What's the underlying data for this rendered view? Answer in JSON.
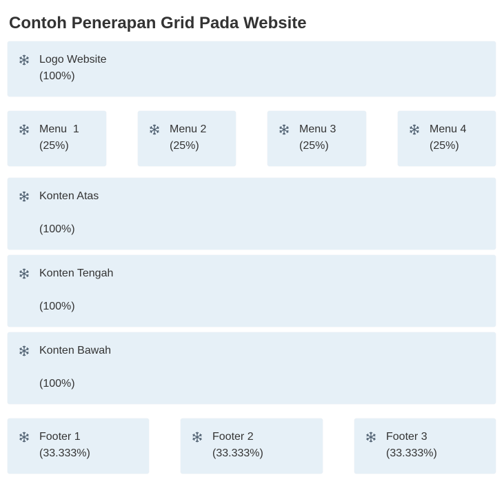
{
  "title": "Contoh Penerapan Grid Pada Website",
  "logo": {
    "label": "Logo Website",
    "percent": "(100%)"
  },
  "menus": [
    {
      "label": "Menu  1",
      "percent": "(25%)"
    },
    {
      "label": "Menu 2",
      "percent": "(25%)"
    },
    {
      "label": "Menu 3",
      "percent": "(25%)"
    },
    {
      "label": "Menu 4",
      "percent": "(25%)"
    }
  ],
  "contents": [
    {
      "label": "Konten Atas",
      "percent": "(100%)"
    },
    {
      "label": "Konten Tengah",
      "percent": "(100%)"
    },
    {
      "label": "Konten Bawah",
      "percent": "(100%)"
    }
  ],
  "footers": [
    {
      "label": "Footer 1",
      "percent": "(33.333%)"
    },
    {
      "label": "Footer 2",
      "percent": "(33.333%)"
    },
    {
      "label": "Footer 3",
      "percent": "(33.333%)"
    }
  ],
  "icon": "snowflake-icon",
  "colors": {
    "box_background": "#e6f0f7",
    "text": "#333333",
    "icon": "#4a5b6c"
  }
}
